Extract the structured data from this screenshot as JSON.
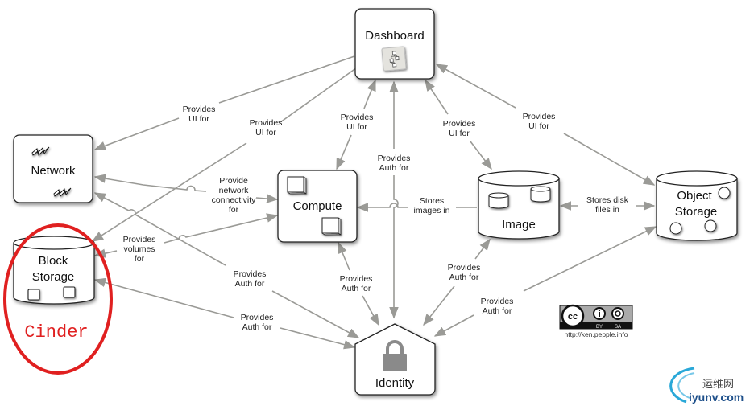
{
  "nodes": {
    "dashboard": {
      "title": "Dashboard",
      "icon": "hierarchy-icon"
    },
    "network": {
      "title": "Network",
      "icon": "lightning-icon"
    },
    "compute": {
      "title": "Compute",
      "icon": "cube-icon"
    },
    "image": {
      "title": "Image",
      "icon": "cylinder-icon"
    },
    "object_storage": {
      "title_line1": "Object",
      "title_line2": "Storage",
      "icon": "circle-icon"
    },
    "block_storage": {
      "title_line1": "Block",
      "title_line2": "Storage",
      "icon": "square-icon"
    },
    "identity": {
      "title": "Identity",
      "icon": "lock-icon"
    }
  },
  "edges": [
    {
      "id": "dash-network",
      "label_line1": "Provides",
      "label_line2": "UI for"
    },
    {
      "id": "dash-block",
      "label_line1": "Provides",
      "label_line2": "UI for"
    },
    {
      "id": "dash-compute",
      "label_line1": "Provides",
      "label_line2": "UI for"
    },
    {
      "id": "identity-dash",
      "label_line1": "Provides",
      "label_line2": "Auth for"
    },
    {
      "id": "dash-image",
      "label_line1": "Provides",
      "label_line2": "UI for"
    },
    {
      "id": "dash-object",
      "label_line1": "Provides",
      "label_line2": "UI for"
    },
    {
      "id": "network-compute",
      "label_line1": "Provide",
      "label_line2": "network",
      "label_line3": "connectivity",
      "label_line4": "for"
    },
    {
      "id": "block-compute",
      "label_line1": "Provides",
      "label_line2": "volumes",
      "label_line3": "for"
    },
    {
      "id": "image-compute",
      "label_line1": "Stores",
      "label_line2": "images in"
    },
    {
      "id": "object-image",
      "label_line1": "Stores disk",
      "label_line2": "files in"
    },
    {
      "id": "identity-network",
      "label_line1": "Provides",
      "label_line2": "Auth for"
    },
    {
      "id": "identity-block",
      "label_line1": "Provides",
      "label_line2": "Auth for"
    },
    {
      "id": "identity-compute",
      "label_line1": "Provides",
      "label_line2": "Auth for"
    },
    {
      "id": "identity-image",
      "label_line1": "Provides",
      "label_line2": "Auth for"
    },
    {
      "id": "identity-object",
      "label_line1": "Provides",
      "label_line2": "Auth for"
    }
  ],
  "annotation": {
    "text": "Cinder",
    "color": "#e02020"
  },
  "license": {
    "cc": "cc",
    "by": "BY",
    "sa": "SA",
    "url_text": "http://ken.pepple.info"
  },
  "watermark": {
    "cn": "运维网",
    "en": "iyunv.com"
  },
  "colors": {
    "edge": "#9a9a96",
    "node_stroke": "#222222",
    "annotation": "#e02020"
  }
}
